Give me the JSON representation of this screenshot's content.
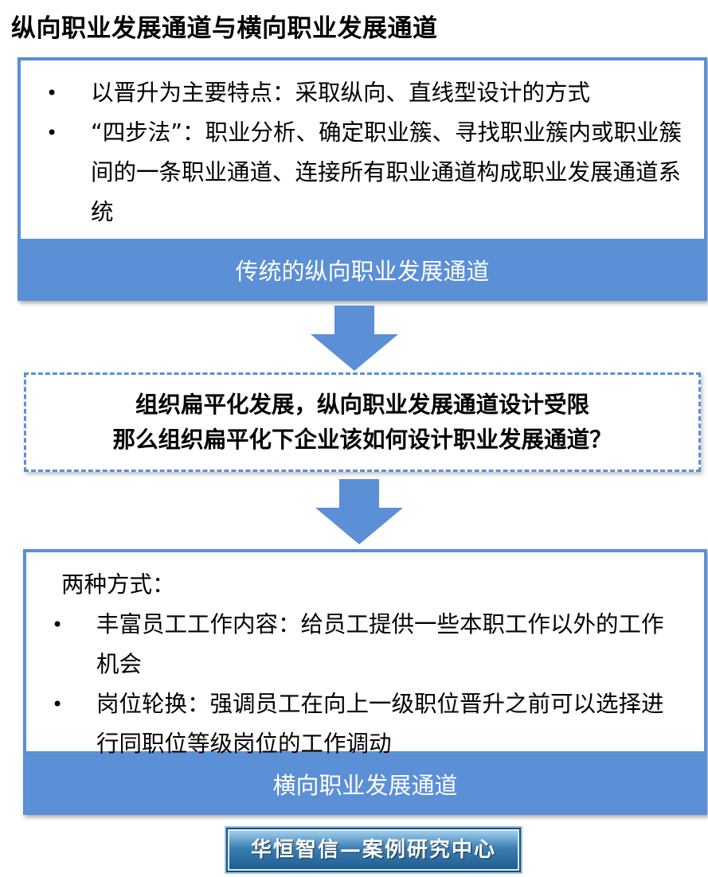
{
  "title": "纵向职业发展通道与横向职业发展通道",
  "top_panel": {
    "bullets": [
      "以晋升为主要特点：采取纵向、直线型设计的方式",
      "“四步法”：职业分析、确定职业簇、寻找职业簇内或职业簇间的一条职业通道、连接所有职业通道构成职业发展通道系统"
    ],
    "footer": "传统的纵向职业发展通道"
  },
  "question": {
    "line1": "组织扁平化发展，纵向职业发展通道设计受限",
    "line2": "那么组织扁平化下企业该如何设计职业发展通道？"
  },
  "bottom_panel": {
    "lead": "两种方式：",
    "bullets": [
      "丰富员工工作内容：给员工提供一些本职工作以外的工作机会",
      "岗位轮换：强调员工在向上一级职位晋升之前可以选择进行同职位等级岗位的工作调动"
    ],
    "footer": "横向职业发展通道"
  },
  "bullet_symbol": "•",
  "stamp": "华恒智信—案例研究中心",
  "colors": {
    "panel_blue": "#5b8fd6",
    "arrow_blue": "#5b8fd6",
    "text": "#000000"
  }
}
